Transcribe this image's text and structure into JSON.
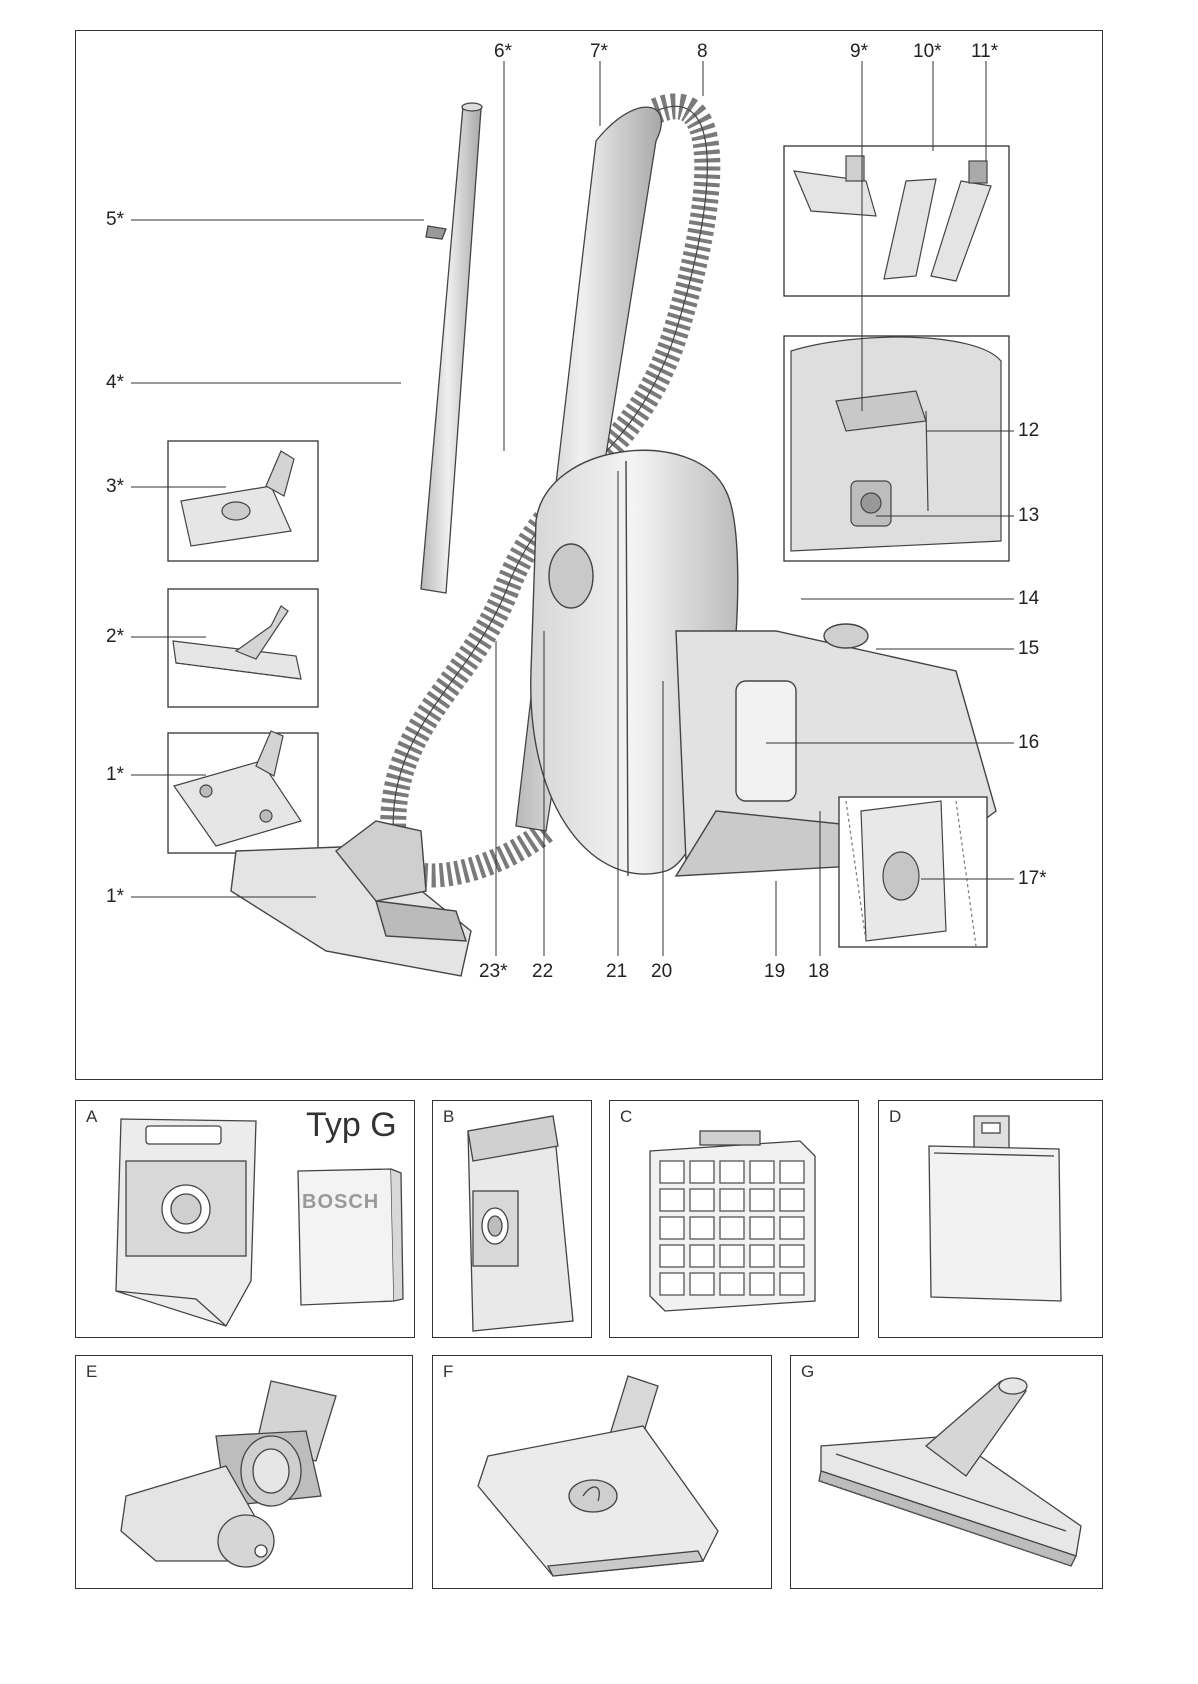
{
  "callouts": {
    "c1a": "1*",
    "c1b": "1*",
    "c2": "2*",
    "c3": "3*",
    "c4": "4*",
    "c5": "5*",
    "c6": "6*",
    "c7": "7*",
    "c8": "8",
    "c9": "9*",
    "c10": "10*",
    "c11": "11*",
    "c12": "12",
    "c13": "13",
    "c14": "14",
    "c15": "15",
    "c16": "16",
    "c17": "17*",
    "c18": "18",
    "c19": "19",
    "c20": "20",
    "c21": "21",
    "c22": "22",
    "c23": "23*"
  },
  "panels": {
    "A": {
      "label": "A",
      "type_text": "Typ G",
      "brand": "BOSCH"
    },
    "B": {
      "label": "B"
    },
    "C": {
      "label": "C"
    },
    "D": {
      "label": "D"
    },
    "E": {
      "label": "E"
    },
    "F": {
      "label": "F"
    },
    "G": {
      "label": "G"
    }
  }
}
